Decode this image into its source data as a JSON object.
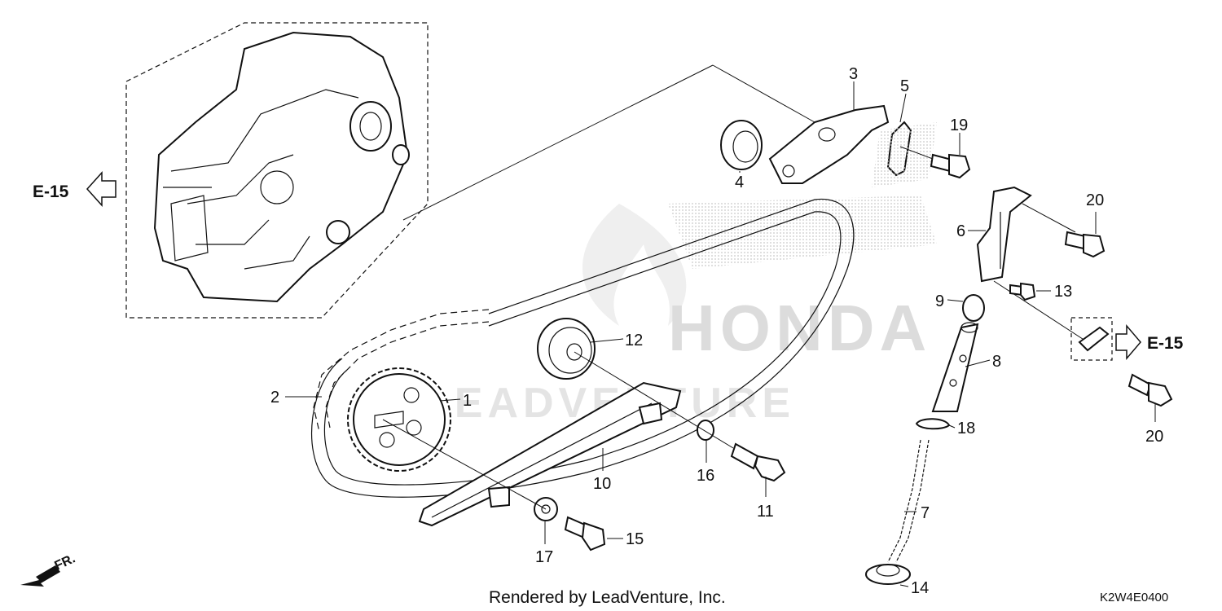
{
  "diagram": {
    "callouts": [
      {
        "id": "1",
        "label": "1"
      },
      {
        "id": "2",
        "label": "2"
      },
      {
        "id": "3",
        "label": "3"
      },
      {
        "id": "4",
        "label": "4"
      },
      {
        "id": "5",
        "label": "5"
      },
      {
        "id": "6",
        "label": "6"
      },
      {
        "id": "7",
        "label": "7"
      },
      {
        "id": "8",
        "label": "8"
      },
      {
        "id": "9",
        "label": "9"
      },
      {
        "id": "10",
        "label": "10"
      },
      {
        "id": "11",
        "label": "11"
      },
      {
        "id": "12",
        "label": "12"
      },
      {
        "id": "13",
        "label": "13"
      },
      {
        "id": "14",
        "label": "14"
      },
      {
        "id": "15",
        "label": "15"
      },
      {
        "id": "16",
        "label": "16"
      },
      {
        "id": "17",
        "label": "17"
      },
      {
        "id": "18",
        "label": "18"
      },
      {
        "id": "19",
        "label": "19"
      },
      {
        "id": "20a",
        "label": "20"
      },
      {
        "id": "20b",
        "label": "20"
      }
    ],
    "references": {
      "left": "E-15",
      "right": "E-15"
    },
    "direction_label": "FR.",
    "footer": "Rendered by LeadVenture, Inc.",
    "diagram_code": "K2W4E0400",
    "watermark": {
      "brand": "HONDA",
      "company": "LEADVENTURE"
    }
  }
}
